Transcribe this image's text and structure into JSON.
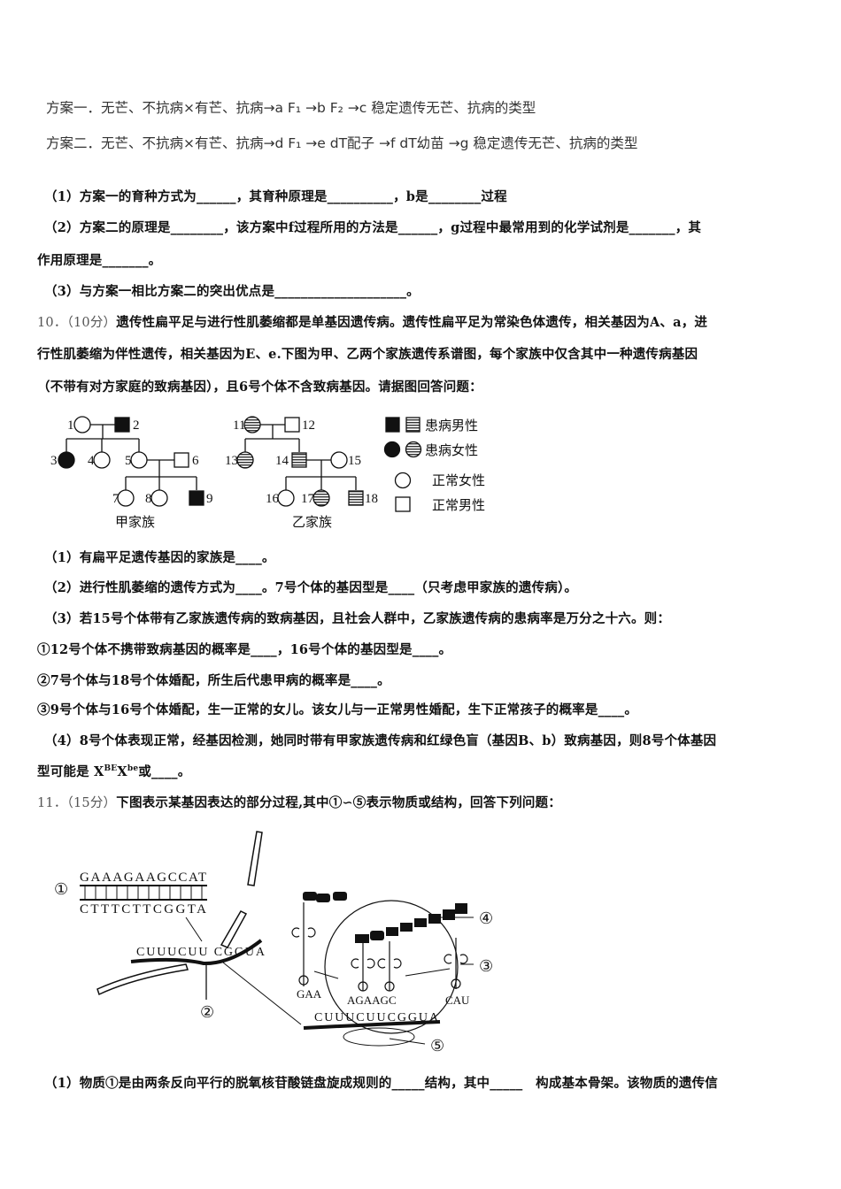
{
  "schemes": [
    "方案一．无芒、不抗病×有芒、抗病→a F₁ →b F₂ →c 稳定遗传无芒、抗病的类型",
    "方案二．无芒、不抗病×有芒、抗病→d F₁ →e dT配子 →f dT幼苗 →g 稳定遗传无芒、抗病的类型"
  ],
  "q9": [
    "（1）方案一的育种方式为______，其育种原理是__________，b是________过程",
    "（2）方案二的原理是________，该方案中f过程所用的方法是______，g过程中最常用到的化学试剂是_______，其",
    "作用原理是_______。",
    "（3）与方案一相比方案二的突出优点是____________________。"
  ],
  "q10": {
    "number": "10．（10分）",
    "stem": [
      "遗传性扁平足与进行性肌萎缩都是单基因遗传病。遗传性扁平足为常染色体遗传，相关基因为A、a，进",
      "行性肌萎缩为伴性遗传，相关基因为E、e.下图为甲、乙两个家族遗传系谱图，每个家族中仅含其中一种遗传病基因",
      "（不带有对方家庭的致病基因），且6号个体不含致病基因。请据图回答问题："
    ],
    "pedigree": {
      "family1_label": "甲家族",
      "family2_label": "乙家族",
      "ids": [
        "1",
        "2",
        "3",
        "4",
        "5",
        "6",
        "7",
        "8",
        "9",
        "11",
        "12",
        "13",
        "14",
        "15",
        "16",
        "17",
        "18"
      ],
      "legend": [
        "患病男性",
        "患病女性",
        "正常女性",
        "正常男性"
      ]
    },
    "questions": [
      "（1）有扁平足遗传基因的家族是____。",
      "（2）进行性肌萎缩的遗传方式为____。7号个体的基因型是____（只考虑甲家族的遗传病）。",
      "（3）若15号个体带有乙家族遗传病的致病基因，且社会人群中，乙家族遗传病的患病率是万分之十六。则：",
      "①12号个体不携带致病基因的概率是____，16号个体的基因型是____。",
      "②7号个体与18号个体婚配，所生后代患甲病的概率是____。",
      "③9号个体与16号个体婚配，生一正常的女儿。该女儿与一正常男性婚配，生下正常孩子的概率是____。",
      "（4）8号个体表现正常，经基因检测，她同时带有甲家族遗传病和红绿色盲（基因B、b）致病基因，则8号个体基因"
    ],
    "q4_line2_prefix": "型可能是 X",
    "q4_sup1": "BE",
    "q4_mid": "X",
    "q4_sup2": "be",
    "q4_suffix": "或____。"
  },
  "q11": {
    "number": "11．（15分）",
    "stem": "下图表示某基因表达的部分过程,其中①∽⑤表示物质或结构，回答下列问题：",
    "diagram": {
      "dna_top": "GAAAGAAGCCAT",
      "dna_bottom": "CTTTCTTCGGTA",
      "mrna1": "CUUUCUU CGGUA",
      "mrna2": "CUUUCUUCGGUA",
      "anticodon1": "GAA",
      "anticodon2": "AGAAGC",
      "anticodon3": "CAU",
      "labels": [
        "①",
        "②",
        "③",
        "④",
        "⑤"
      ]
    },
    "q1": "（1）物质①是由两条反向平行的脱氧核苷酸链盘旋成规则的_____结构，其中_____　构成基本骨架。该物质的遗传信"
  }
}
